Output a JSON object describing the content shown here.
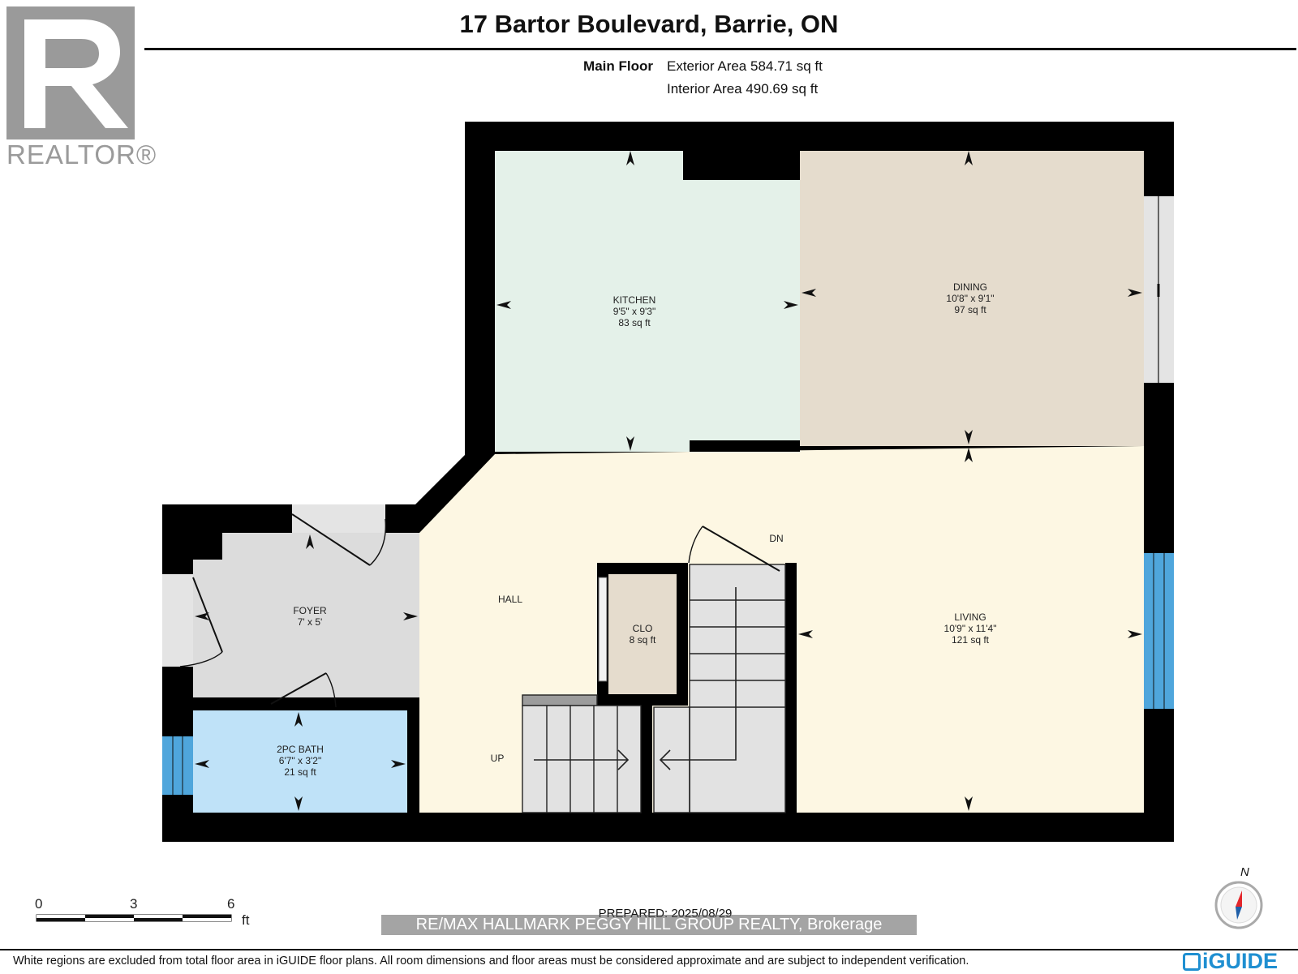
{
  "header": {
    "title": "17 Bartor Boulevard, Barrie, ON",
    "floor_name": "Main Floor",
    "exterior_area": "Exterior Area 584.71 sq ft",
    "interior_area": "Interior Area 490.69 sq ft"
  },
  "logo": {
    "text": "REALTOR®",
    "icon": "realtor-r-icon"
  },
  "rooms": {
    "kitchen": {
      "name": "KITCHEN",
      "dims": "9'5\" x 9'3\"",
      "area": "83 sq ft"
    },
    "dining": {
      "name": "DINING",
      "dims": "10'8\" x 9'1\"",
      "area": "97 sq ft"
    },
    "foyer": {
      "name": "FOYER",
      "dims": "7' x 5'"
    },
    "hall": {
      "name": "HALL"
    },
    "clo": {
      "name": "CLO",
      "area": "8 sq ft"
    },
    "living": {
      "name": "LIVING",
      "dims": "10'9\" x 11'4\"",
      "area": "121 sq ft"
    },
    "bath": {
      "name": "2PC BATH",
      "dims": "6'7\" x 3'2\"",
      "area": "21 sq ft"
    }
  },
  "stairs": {
    "down_label": "DN",
    "up_label": "UP"
  },
  "scale": {
    "zero": "0",
    "mid": "3",
    "max": "6",
    "unit": "ft"
  },
  "footer": {
    "prepared": "PREPARED: 2025/08/29",
    "brokerage": "RE/MAX HALLMARK PEGGY HILL GROUP REALTY, Brokerage",
    "disclaimer": "White regions are excluded from total floor area in iGUIDE floor plans. All room dimensions and floor areas must be considered approximate and are subject to independent verification.",
    "brand": "iGUIDE",
    "compass_north": "N"
  },
  "colors": {
    "wall": "#000000",
    "kitchen": "#e4f1e9",
    "dining": "#e5dccd",
    "hall_living": "#fdf7e3",
    "foyer": "#dcdcdc",
    "bath": "#bfe2f8",
    "closet": "#e5dccd",
    "window": "#4fa6dc",
    "brand": "#1f8fd1"
  }
}
